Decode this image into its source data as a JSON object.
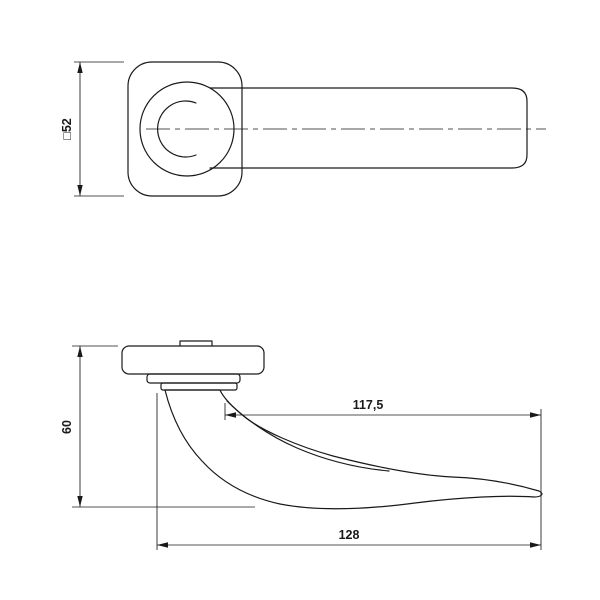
{
  "colors": {
    "line": "#1a1a1a",
    "background": "#ffffff"
  },
  "front_view": {
    "dimension_square": "□52"
  },
  "side_view": {
    "dimension_height": "60",
    "dimension_reach": "117,5",
    "dimension_total_length": "128"
  }
}
